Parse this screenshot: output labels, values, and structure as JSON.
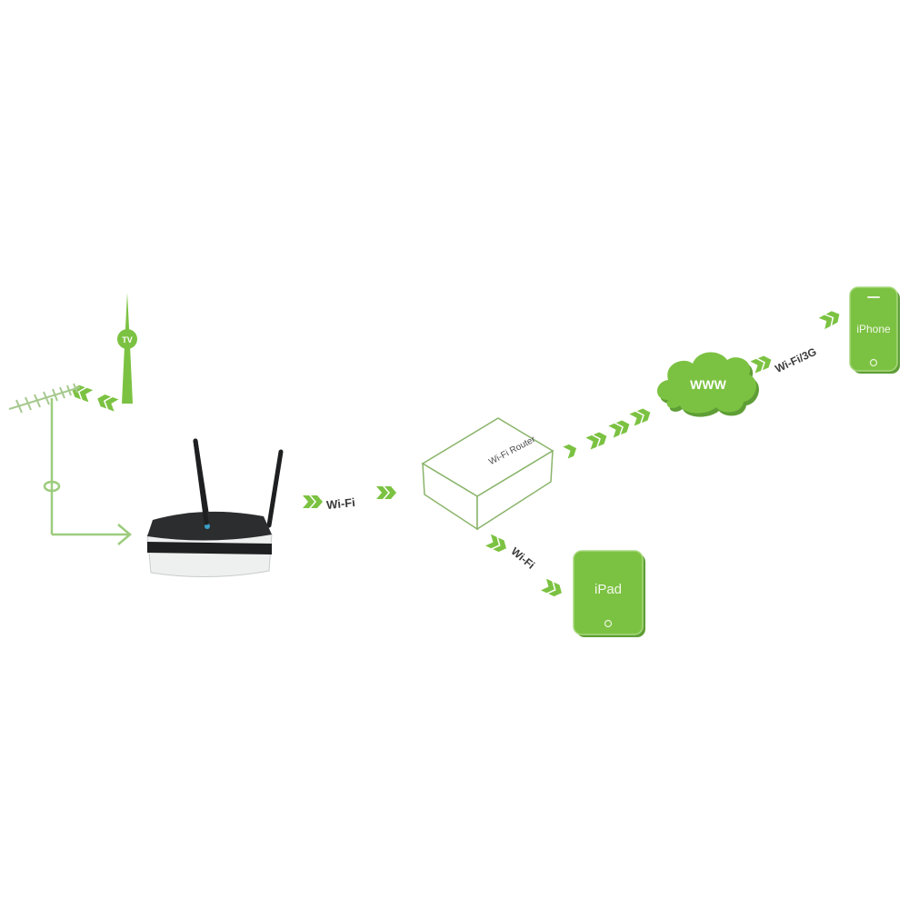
{
  "diagram": {
    "colors": {
      "accent": "#7cc242",
      "accent_dark": "#5a9a2c",
      "line": "#9ccc7c",
      "label": "#3a3a3a",
      "router_body": "#2b2d2e",
      "router_shell": "#eef0f0",
      "box_outline": "#8ab46a"
    },
    "nodes": {
      "tv_tower": {
        "label": "TV"
      },
      "antenna": {
        "label": ""
      },
      "wifi_router_device": {
        "label": ""
      },
      "wifi_router_box": {
        "label": "Wi-Fi Router"
      },
      "internet_cloud": {
        "label": "WWW"
      },
      "iphone": {
        "label": "iPhone"
      },
      "ipad": {
        "label": "iPad"
      }
    },
    "links": [
      {
        "from": "tv_tower",
        "to": "antenna",
        "label": ""
      },
      {
        "from": "antenna",
        "to": "wifi_router_device",
        "label": ""
      },
      {
        "from": "wifi_router_device",
        "to": "wifi_router_box",
        "label": "Wi-Fi"
      },
      {
        "from": "wifi_router_box",
        "to": "ipad",
        "label": "Wi-Fi"
      },
      {
        "from": "wifi_router_box",
        "to": "internet_cloud",
        "label": ""
      },
      {
        "from": "internet_cloud",
        "to": "iphone",
        "label": "Wi-Fi/3G"
      }
    ]
  }
}
